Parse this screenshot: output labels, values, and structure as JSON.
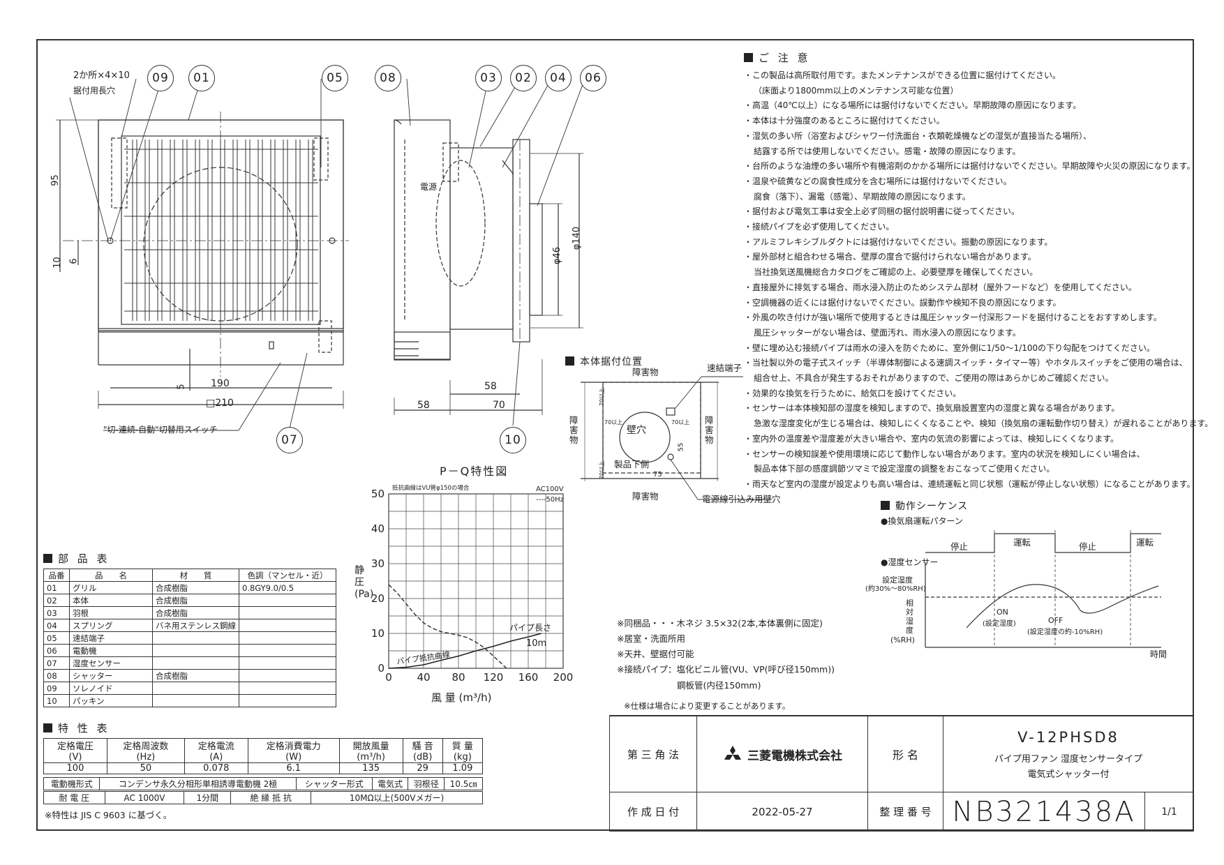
{
  "drawing": {
    "callouts_front": [
      "09",
      "01",
      "05"
    ],
    "callouts_side": [
      "08",
      "03",
      "02",
      "04",
      "06"
    ],
    "callout_07": "07",
    "callout_10": "10",
    "front_note1": "2か所×4×10",
    "front_note2": "据付用長穴",
    "switch_note": "\"切-連続-自動\"切替用スイッチ",
    "dims": {
      "d95": "95",
      "d10": "10",
      "d6": "6",
      "d5": "5",
      "d190": "190",
      "d210": "□210",
      "d58a": "58",
      "d58b": "58",
      "d70": "70",
      "d46": "φ46",
      "d140": "φ140"
    },
    "power_label": "電源"
  },
  "notes": {
    "title": "ご 注 意",
    "items": [
      "・この製品は高所取付用です。またメンテナンスができる位置に据付けてください。",
      "（床面より1800mm以上のメンテナンス可能な位置）",
      "・高温（40℃以上）になる場所には据付けないでください。早期故障の原因になります。",
      "・本体は十分強度のあるところに据付けてください。",
      "・湿気の多い所（浴室およびシャワー付洗面台・衣類乾燥機などの湿気が直接当たる場所）、",
      "結露する所では使用しないでください。感電・故障の原因になります。",
      "・台所のような油煙の多い場所や有機溶剤のかかる場所には据付けないでください。早期故障や火災の原因になります。",
      "・温泉や硫黄などの腐食性成分を含む場所には据付けないでください。",
      "腐食（落下）、漏電（感電）、早期故障の原因になります。",
      "・据付および電気工事は安全上必ず同梱の据付説明書に従ってください。",
      "・接続パイプを必ず使用してください。",
      "・アルミフレキシブルダクトには据付けないでください。振動の原因になります。",
      "・屋外部材と組合わせる場合、壁厚の度合で据付けられない場合があります。",
      "当社換気送風機総合カタログをご確認の上、必要壁厚を確保してください。",
      "・直接屋外に排気する場合、雨水浸入防止のためシステム部材（屋外フードなど）を使用してください。",
      "・空調機器の近くには据付けないでください。誤動作や検知不良の原因になります。",
      "・外風の吹き付けが強い場所で使用するときは風圧シャッター付深形フードを据付けることをおすすめします。",
      "風圧シャッターがない場合は、壁面汚れ、雨水浸入の原因になります。",
      "・壁に埋め込む接続パイプは雨水の浸入を防ぐために、室外側に1/50～1/100の下り勾配をつけてください。",
      "・当社製以外の電子式スイッチ（半導体制御による速調スイッチ・タイマー等）やホタルスイッチをご使用の場合は、",
      "組合せ上、不具合が発生するおそれがありますので、ご使用の際はあらかじめご確認ください。",
      "・効果的な換気を行うために、給気口を設けてください。",
      "・センサーは本体検知部の湿度を検知しますので、換気扇設置室内の湿度と異なる場合があります。",
      "急激な湿度変化が生じる場合は、検知しにくくなることや、検知（換気扇の運転動作切り替え）が遅れることがあります。",
      "・室内外の温度差や湿度差が大きい場合や、室内の気流の影響によっては、検知しにくくなります。",
      "・センサーの検知誤差や使用環境に応じて動作しない場合があります。室内の状況を検知しにくい場合は、",
      "製品本体下部の感度調節ツマミで設定湿度の調整をおこなってご使用ください。",
      "・雨天など室内の湿度が設定よりも高い場合は、連続運転と同じ状態（運転が停止しない状態）になることがあります。"
    ]
  },
  "install": {
    "title": "本体据付位置",
    "obst_top": "障害物",
    "obst_left": "障害物",
    "obst_right": "障害物",
    "obst_bottom": "障害物",
    "terminal": "速結端子",
    "wall_hole": "壁穴",
    "bottom_side": "製品下側",
    "cable_hole": "電源線引込み用壁穴",
    "d70a": "70以上",
    "d70b": "70以上",
    "d70c": "70以上",
    "d70d": "70以上",
    "d55": "55",
    "d75": "75"
  },
  "pq": {
    "title": "P－Q特性図",
    "note": "抵抗曲線はVU管φ150の場合",
    "ac": "AC100V",
    "hz": "----50Hz",
    "ylabel": "静圧(Pa)",
    "xlabel": "風 量 (m³/h)",
    "pipe_len": "パイプ長さ",
    "pipe_m": "10m",
    "resist": "パイプ抵抗曲線"
  },
  "chart_data": {
    "type": "line",
    "title": "P－Q特性図",
    "xlabel": "風量 (m³/h)",
    "ylabel": "静圧 (Pa)",
    "xlim": [
      0,
      200
    ],
    "ylim": [
      0,
      50
    ],
    "xticks": [
      "0",
      "40",
      "80",
      "120",
      "160",
      "200"
    ],
    "yticks": [
      "0",
      "10",
      "20",
      "30",
      "40",
      "50"
    ],
    "series": [
      {
        "name": "50Hz",
        "x": [
          0,
          10,
          20,
          30,
          40,
          50,
          60,
          70,
          80,
          90,
          100,
          110,
          120,
          130,
          135
        ],
        "y": [
          24,
          21.5,
          18.5,
          15.5,
          13,
          11.5,
          10.5,
          10,
          9.5,
          8.8,
          7.5,
          5.8,
          3.5,
          1.2,
          0
        ]
      },
      {
        "name": "パイプ抵抗曲線",
        "x": [
          0,
          20,
          40,
          60,
          80,
          100,
          120,
          140,
          160,
          175
        ],
        "y": [
          0,
          0.3,
          1,
          2.3,
          3.5,
          5,
          6.3,
          7.8,
          9,
          10
        ]
      }
    ]
  },
  "parts": {
    "title": "部 品 表",
    "headers": [
      "品番",
      "品　　名",
      "材　　質",
      "色調（マンセル・近）"
    ],
    "rows": [
      [
        "01",
        "グリル",
        "合成樹脂",
        "0.8GY9.0/0.5"
      ],
      [
        "02",
        "本体",
        "合成樹脂",
        ""
      ],
      [
        "03",
        "羽根",
        "合成樹脂",
        ""
      ],
      [
        "04",
        "スプリング",
        "バネ用ステンレス鋼線",
        ""
      ],
      [
        "05",
        "速結端子",
        "",
        ""
      ],
      [
        "06",
        "電動機",
        "",
        ""
      ],
      [
        "07",
        "湿度センサー",
        "",
        ""
      ],
      [
        "08",
        "シャッター",
        "合成樹脂",
        ""
      ],
      [
        "09",
        "ソレノイド",
        "",
        ""
      ],
      [
        "10",
        "パッキン",
        "",
        ""
      ]
    ]
  },
  "specs": {
    "title": "特 性 表",
    "h1": [
      "定格電圧",
      "定格周波数",
      "定格電流",
      "定格消費電力",
      "開放風量",
      "騒 音",
      "質 量"
    ],
    "h2": [
      "(V)",
      "(Hz)",
      "(A)",
      "(W)",
      "(m³/h)",
      "(dB)",
      "(kg)"
    ],
    "vals": [
      "100",
      "50",
      "0.078",
      "6.1",
      "135",
      "29",
      "1.09"
    ],
    "r4": [
      "電動機形式",
      "コンデンサ永久分相形単相誘導電動機 2極",
      "シャッター形式",
      "電気式",
      "羽根径",
      "10.5㎝"
    ],
    "r5": [
      "耐 電 圧",
      "AC 1000V",
      "1分間",
      "絶 縁 抵 抗",
      "10MΩ以上(500Vメガー)"
    ],
    "footnote": "※特性は JIS C 9603 に基づく。"
  },
  "sequence": {
    "title": "動作シーケンス",
    "sub1": "●換気扇運転パターン",
    "sub2": "●湿度センサー",
    "stop1": "停止",
    "run1": "運転",
    "stop2": "停止",
    "run2": "運転",
    "set_hum": "設定湿度",
    "set_range": "(約30%～80%RH)",
    "rel_hum": "相対湿度",
    "unit": "(%RH)",
    "on": "ON",
    "on_sub": "(設定湿度)",
    "off": "OFF",
    "off_sub": "(設定湿度の約-10%RH)",
    "time": "時間"
  },
  "misc": {
    "n1": "※同梱品・・・木ネジ 3.5×32(2本,本体裏側に固定)",
    "n2": "※居室・洗面所用",
    "n3": "※天井、壁据付可能",
    "n4": "※接続パイプ：塩化ビニル管(VU、VP(呼び径150mm))",
    "n5": "鋼板管(内径150mm)",
    "n6": "※仕様は場合により変更することがあります。"
  },
  "title_block": {
    "projection": "第 三 角 法",
    "company": "三菱電機株式会社",
    "model_label": "形 名",
    "model": "V-12PHSD8",
    "desc1": "パイプ用ファン 湿度センサータイプ",
    "desc2": "電気式シャッター付",
    "date_label": "作 成 日 付",
    "date": "2022-05-27",
    "number_label": "整 理 番 号",
    "number": "NB321438A",
    "sheet": "1/1"
  }
}
